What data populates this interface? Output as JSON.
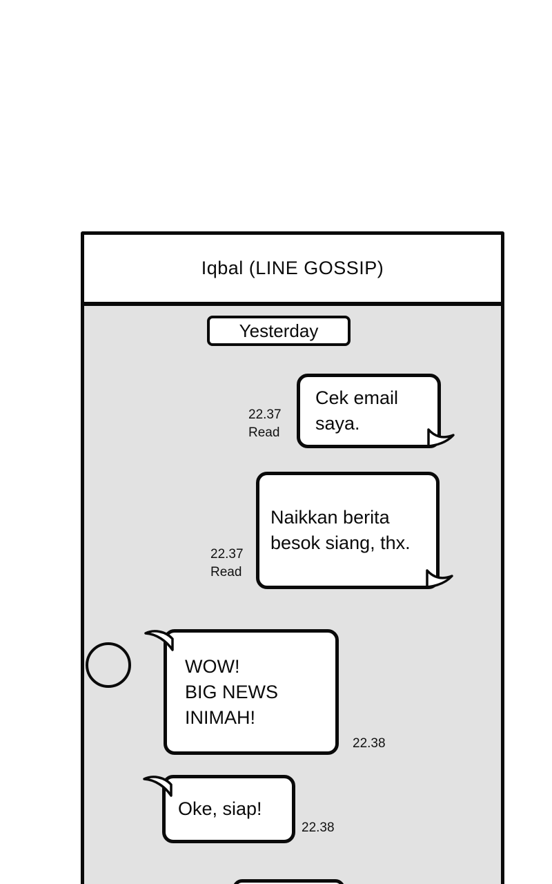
{
  "window": {
    "title": "Iqbal (LINE GOSSIP)"
  },
  "chat": {
    "date_separator": "Yesterday",
    "messages": [
      {
        "direction": "sent",
        "text": "Cek email\nsaya.",
        "time": "22.37",
        "status": "Read"
      },
      {
        "direction": "sent",
        "text": "Naikkan berita\nbesok siang, thx.",
        "time": "22.37",
        "status": "Read"
      },
      {
        "direction": "received",
        "text": "WOW!\nBIG NEWS\nINIMAH!",
        "time": "22.38",
        "has_avatar": "true"
      },
      {
        "direction": "received",
        "text": "Oke, siap!",
        "time": "22.38"
      }
    ],
    "colors": {
      "chat_bg": "#e2e2e2",
      "bubble_bg": "#ffffff",
      "ink": "#0a0a0a"
    }
  }
}
